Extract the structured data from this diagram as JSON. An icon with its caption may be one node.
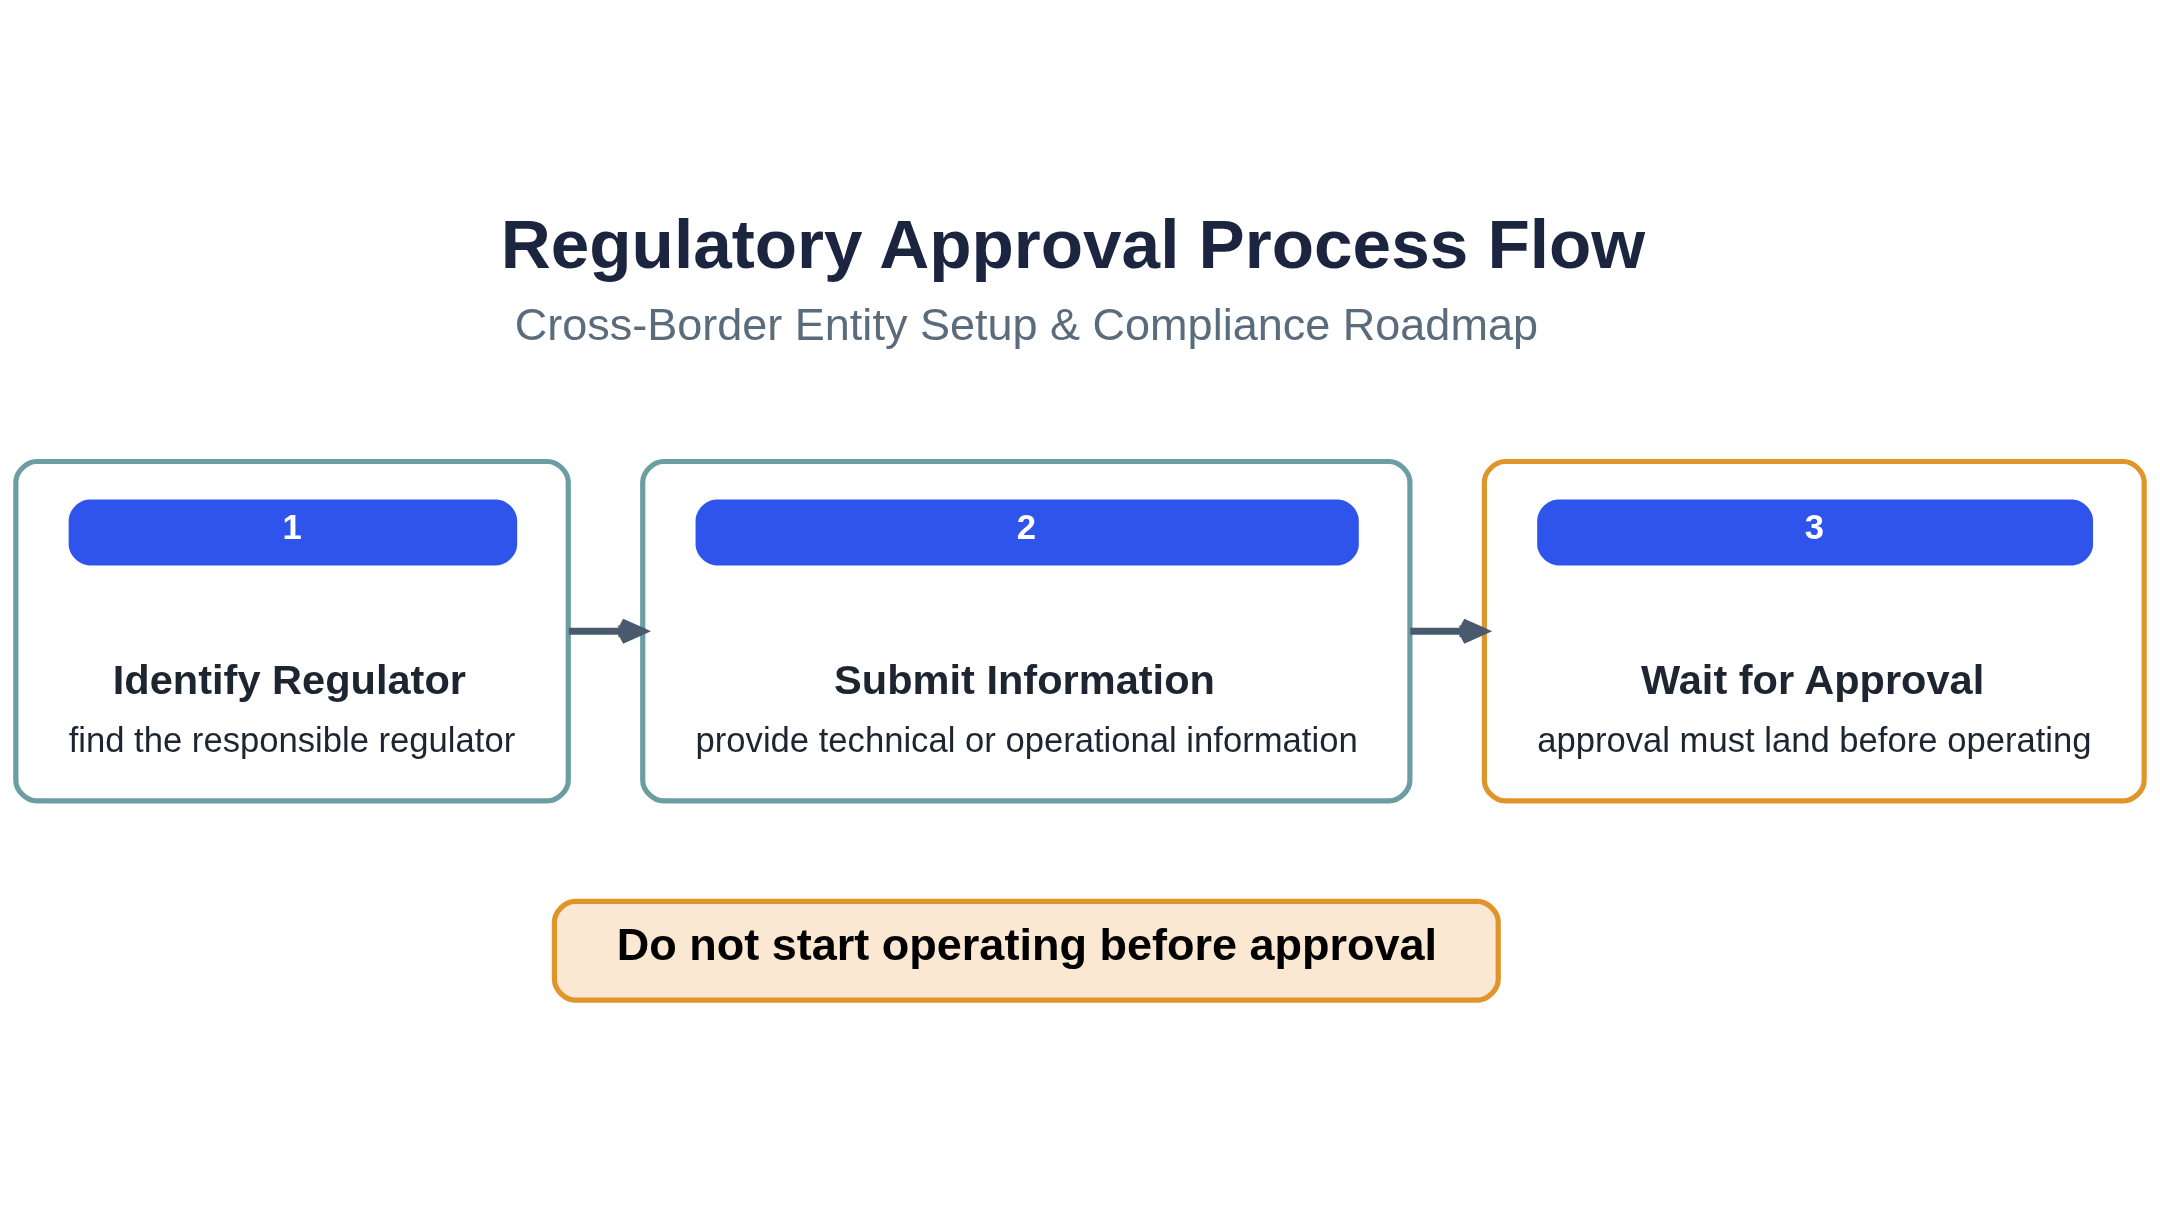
{
  "diagram": {
    "title": "Regulatory Approval Process Flow",
    "nodes": [
      {
        "text": [
          "1",
          "Identify Regulator",
          "find the responsible regulator"
        ]
      },
      {
        "text": [
          "2",
          "Submit Information",
          "provide technical or operational information"
        ]
      },
      {
        "text": [
          "3",
          "Wait for Approval",
          "approval must land before operating"
        ]
      },
      {
        "text": [
          "Do not start operating before approval"
        ]
      }
    ],
    "edges": [
      {
        "from": 0,
        "to": 1,
        "arrow": "to"
      },
      {
        "from": 1,
        "to": 2,
        "arrow": "to"
      }
    ],
    "labels": [
      "Cross-Border Entity Setup & Compliance Roadmap"
    ]
  }
}
